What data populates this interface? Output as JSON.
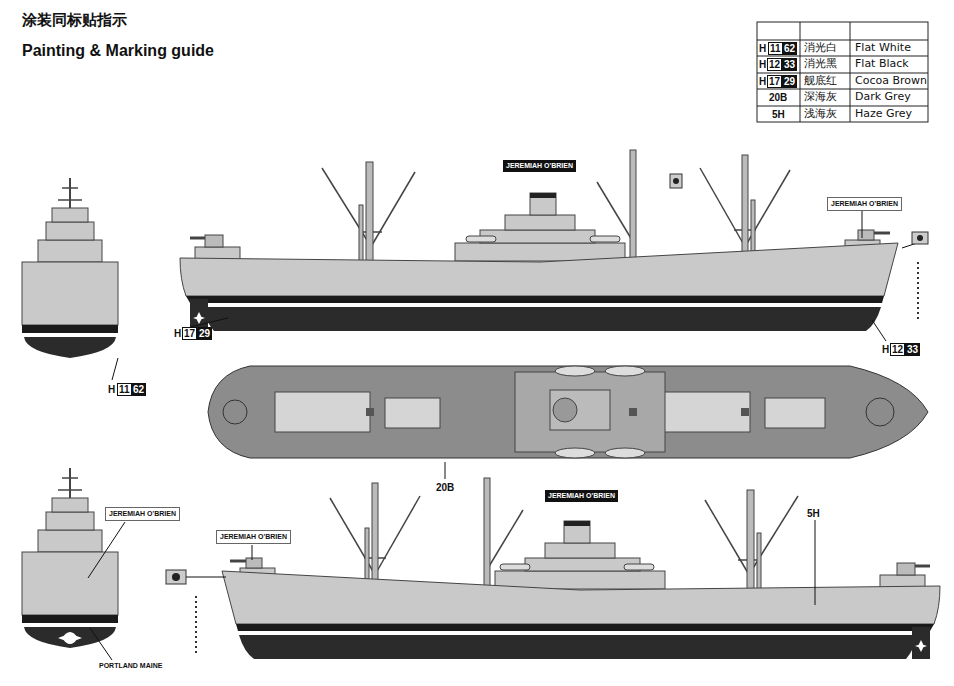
{
  "diagram": {
    "title": "涂装同标贴指示",
    "labels": [
      "Painting & Marking guide",
      "H",
      "11",
      "62",
      "消光白",
      "Flat White",
      "H",
      "12",
      "33",
      "消光黑",
      "Flat Black",
      "H",
      "17",
      "29",
      "舰底红",
      "Cocoa Brown",
      "20B",
      "深海灰",
      "Dark Grey",
      "5H",
      "浅海灰",
      "Haze Grey",
      "H",
      "11",
      "62",
      "H",
      "17",
      "29",
      "H",
      "12",
      "33",
      "20B",
      "5H",
      "JEREMIAH O'BRIEN",
      "JEREMIAH O'BRIEN",
      "JEREMIAH O'BRIEN",
      "JEREMIAH O'BRIEN",
      "JEREMIAH O'BRIEN",
      "PORTLAND MAINE"
    ]
  }
}
